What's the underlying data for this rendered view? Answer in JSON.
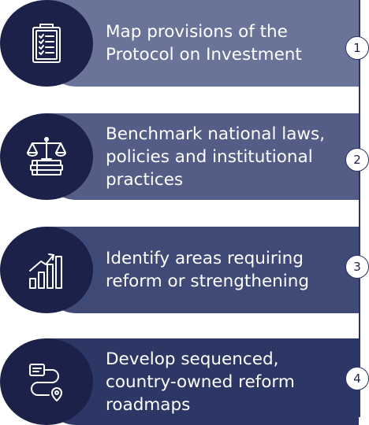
{
  "colors": {
    "icon_circle": "#1b2149",
    "band_1": "#6a7398",
    "band_2": "#545d86",
    "band_3": "#404a76",
    "band_4": "#2d3766",
    "connector": "#2c3560",
    "text": "#ffffff"
  },
  "steps": [
    {
      "number": "1",
      "text_line_1": "Map provisions of the",
      "text_line_2": "Protocol on Investment",
      "text_line_3": "",
      "icon": "checklist-clipboard-icon"
    },
    {
      "number": "2",
      "text_line_1": "Benchmark national laws,",
      "text_line_2": "policies and institutional",
      "text_line_3": "practices",
      "icon": "scales-on-books-icon"
    },
    {
      "number": "3",
      "text_line_1": "Identify areas requiring",
      "text_line_2": "reform or strengthening",
      "text_line_3": "",
      "icon": "bar-chart-growth-icon"
    },
    {
      "number": "4",
      "text_line_1": "Develop sequenced,",
      "text_line_2": "country-owned reform",
      "text_line_3": "roadmaps",
      "icon": "roadmap-route-icon"
    }
  ]
}
